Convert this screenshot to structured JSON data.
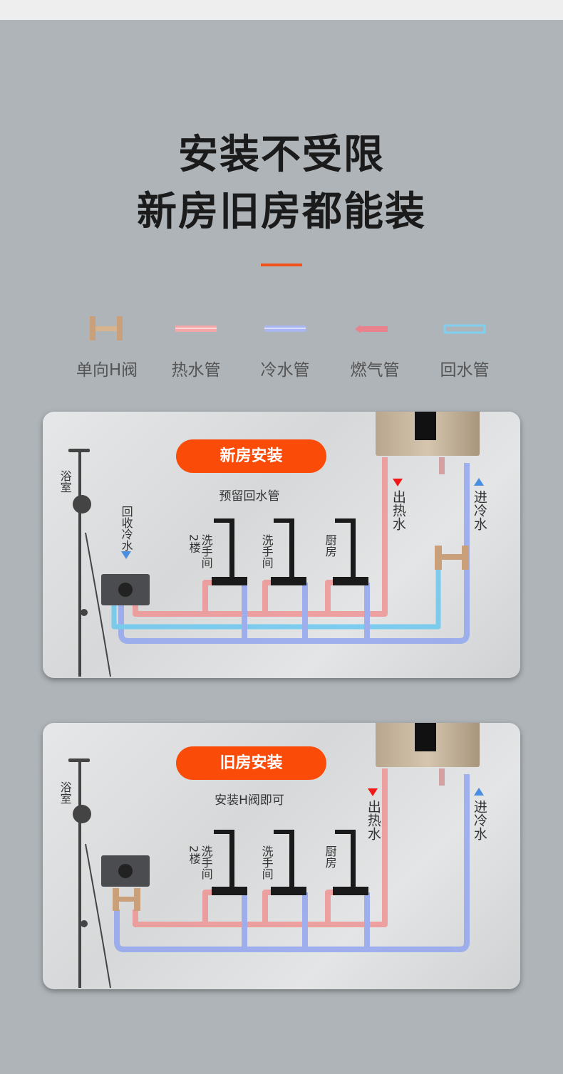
{
  "header": {
    "line1": "安装不受限",
    "line2": "新房旧房都能装"
  },
  "legend": [
    {
      "label": "单向H阀",
      "icon": "h-valve-icon"
    },
    {
      "label": "热水管",
      "icon": "hot-pipe-icon",
      "color": "#f0a0a0"
    },
    {
      "label": "冷水管",
      "icon": "cold-pipe-icon",
      "color": "#a8b4f0"
    },
    {
      "label": "燃气管",
      "icon": "gas-pipe-icon",
      "color": "#e87c86"
    },
    {
      "label": "回水管",
      "icon": "return-pipe-icon",
      "color": "#7ed0f0"
    }
  ],
  "panel_new": {
    "badge": "新房安装",
    "subtitle": "预留回水管",
    "bathroom": "浴室",
    "recover": "回收冷水",
    "sink1_floor": "2楼",
    "sink1": "洗手间",
    "sink2": "洗手间",
    "kitchen": "厨房",
    "hot_out": "出热水",
    "cold_in": "进冷水"
  },
  "panel_old": {
    "badge": "旧房安装",
    "subtitle": "安装H阀即可",
    "bathroom": "浴室",
    "sink1_floor": "2楼",
    "sink1": "洗手间",
    "sink2": "洗手间",
    "kitchen": "厨房",
    "hot_out": "出热水",
    "cold_in": "进冷水"
  }
}
